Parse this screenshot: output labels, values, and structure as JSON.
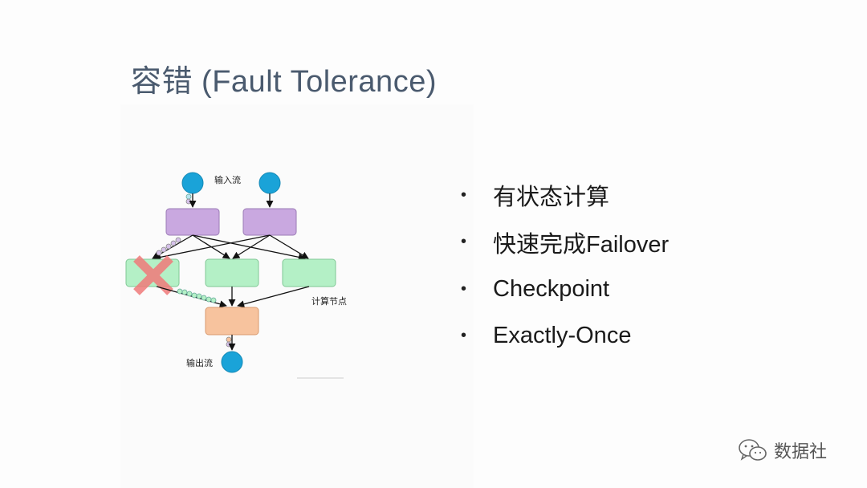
{
  "title": "容错 (Fault Tolerance)",
  "diagram": {
    "input_label": "输入流",
    "compute_label": "计算节点",
    "output_label": "输出流",
    "colors": {
      "source": "#1aa3d8",
      "operator": "#c9a8e0",
      "compute": "#b4f0c6",
      "sink": "#f7c39e",
      "failure": "#f07a7a"
    }
  },
  "bullets": [
    "有状态计算",
    "快速完成Failover",
    "Checkpoint",
    "Exactly-Once"
  ],
  "watermark": {
    "text": "数据社",
    "icon": "wechat-icon"
  }
}
